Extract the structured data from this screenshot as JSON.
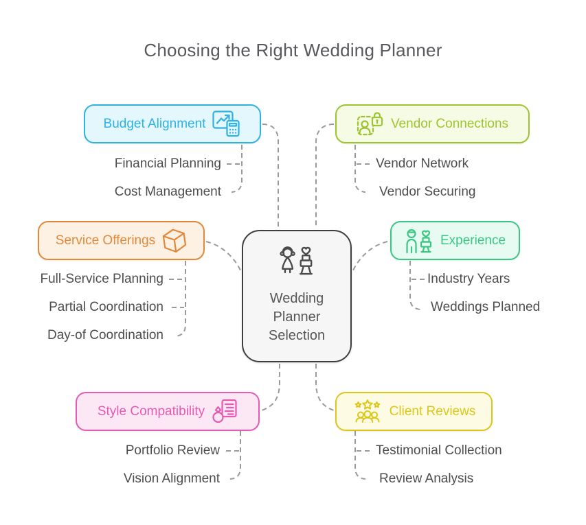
{
  "title": "Choosing the Right Wedding Planner",
  "center": {
    "label": "Wedding Planner Selection",
    "icon": "bride-and-wedding-cake-icon",
    "bg_color": "#f6f6f6",
    "border_color": "#3e3e3e",
    "text_color": "#565656"
  },
  "connector_color": "#9a9a9a",
  "leaf_text_color": "#4d4d4d",
  "title_color": "#58595c",
  "branches": [
    {
      "id": "budget-alignment",
      "label": "Budget Alignment",
      "icon": "chart-calculator-icon",
      "icon_side": "right",
      "color": "#2fb1e3",
      "bg": "#e3f7fd",
      "leaves": [
        "Financial Planning",
        "Cost Management"
      ]
    },
    {
      "id": "vendor-connections",
      "label": "Vendor Connections",
      "icon": "person-scan-lock-icon",
      "icon_side": "left",
      "color": "#9dc42e",
      "bg": "#f6fbe6",
      "leaves": [
        "Vendor Network",
        "Vendor Securing"
      ]
    },
    {
      "id": "service-offerings",
      "label": "Service Offerings",
      "icon": "cube-icon",
      "icon_side": "right",
      "color": "#e2883a",
      "bg": "#fdf1e3",
      "leaves": [
        "Full-Service Planning",
        "Partial Coordination",
        "Day-of Coordination"
      ]
    },
    {
      "id": "experience",
      "label": "Experience",
      "icon": "person-and-cake-icon",
      "icon_side": "left",
      "color": "#3bc684",
      "bg": "#e8fbf2",
      "leaves": [
        "Industry Years",
        "Weddings Planned"
      ]
    },
    {
      "id": "style-compatibility",
      "label": "Style Compatibility",
      "icon": "ring-document-icon",
      "icon_side": "right",
      "color": "#e55ab3",
      "bg": "#fce8f4",
      "leaves": [
        "Portfolio Review",
        "Vision Alignment"
      ]
    },
    {
      "id": "client-reviews",
      "label": "Client Reviews",
      "icon": "stars-people-icon",
      "icon_side": "left",
      "color": "#ddc61a",
      "bg": "#fdfbe3",
      "leaves": [
        "Testimonial Collection",
        "Review Analysis"
      ]
    }
  ]
}
